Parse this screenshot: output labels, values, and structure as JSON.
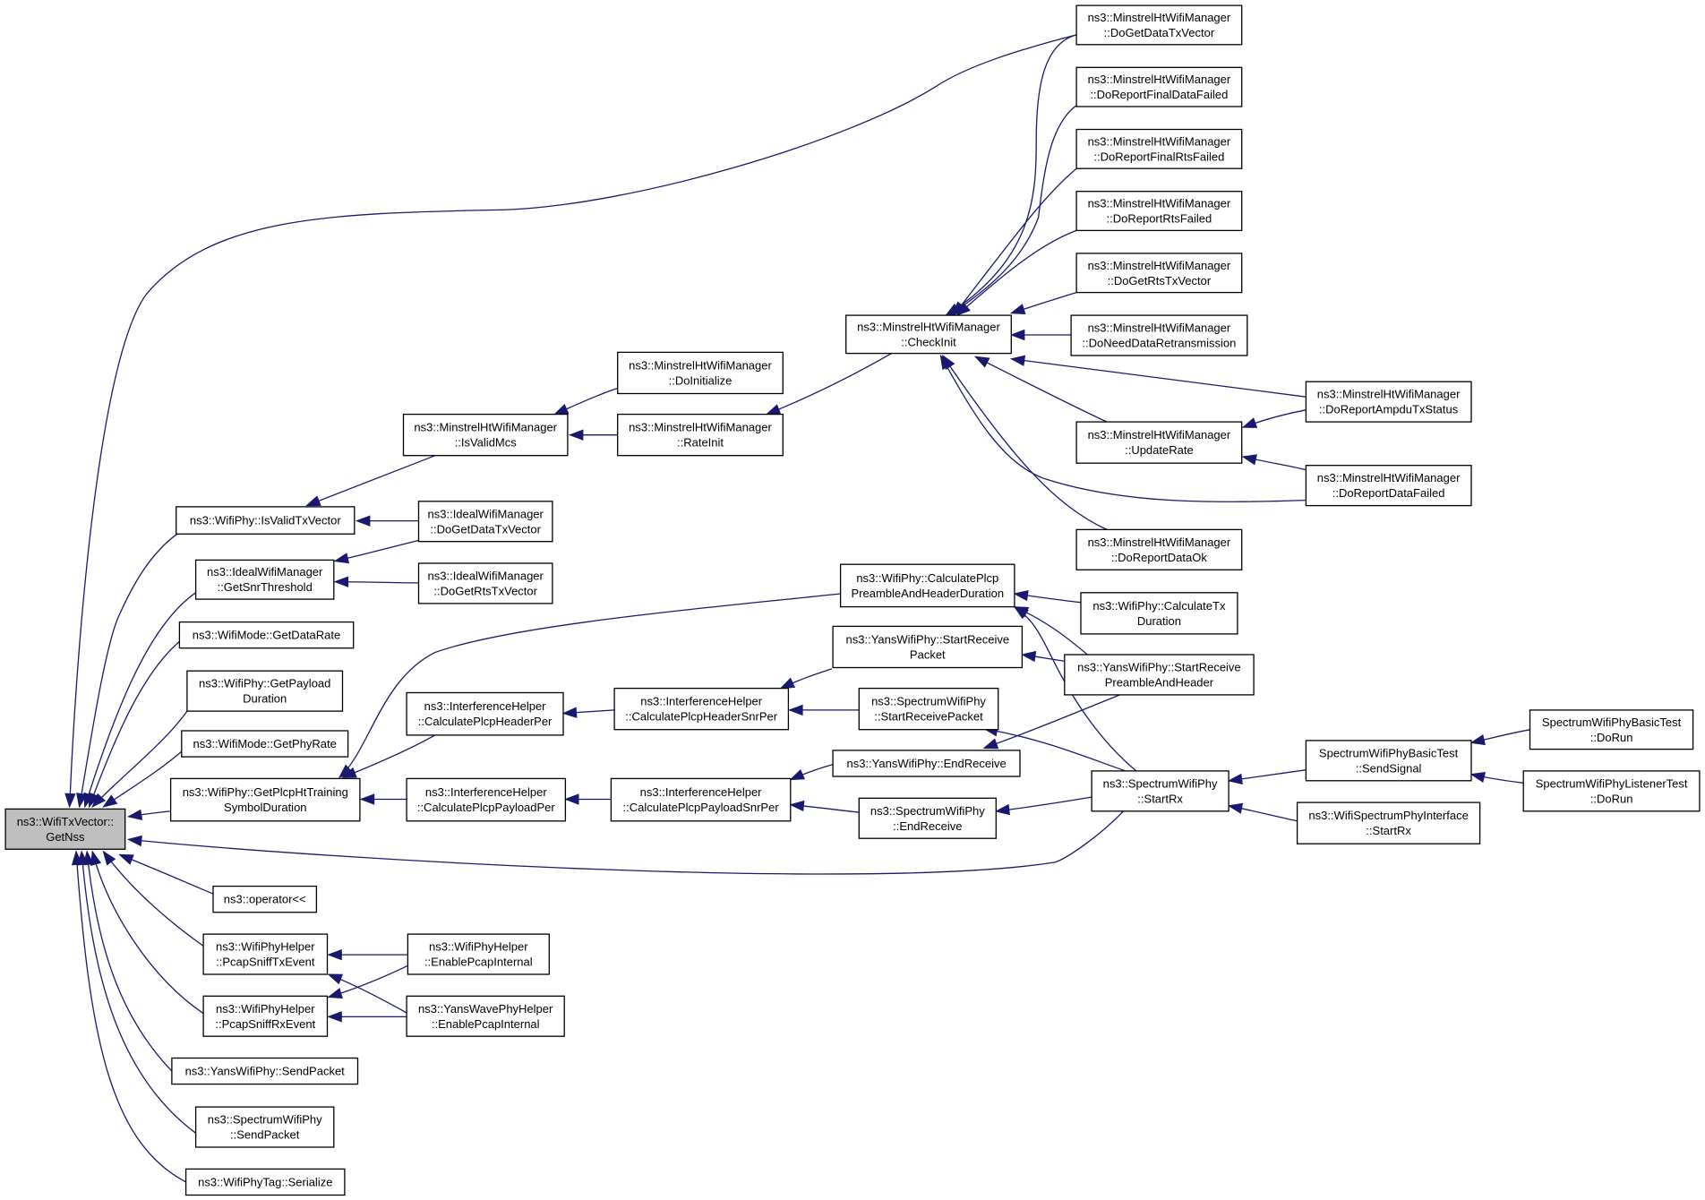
{
  "diagram": {
    "type": "doxygen-caller-graph",
    "colors": {
      "edge": "#191970",
      "root_fill": "#bfbfbf",
      "node_fill": "#ffffff",
      "node_border": "#000000"
    },
    "nodes": [
      {
        "id": "root",
        "lines": [
          "ns3::WifiTxVector::",
          "GetNss"
        ],
        "root": true
      },
      {
        "id": "isvalidtx",
        "lines": [
          "ns3::WifiPhy::IsValidTxVector"
        ]
      },
      {
        "id": "snrthresh",
        "lines": [
          "ns3::IdealWifiManager",
          "::GetSnrThreshold"
        ]
      },
      {
        "id": "getdatarate",
        "lines": [
          "ns3::WifiMode::GetDataRate"
        ]
      },
      {
        "id": "getpayload",
        "lines": [
          "ns3::WifiPhy::GetPayload",
          "Duration"
        ]
      },
      {
        "id": "getphyrate",
        "lines": [
          "ns3::WifiMode::GetPhyRate"
        ]
      },
      {
        "id": "getplcpht",
        "lines": [
          "ns3::WifiPhy::GetPlcpHtTraining",
          "SymbolDuration"
        ]
      },
      {
        "id": "operator",
        "lines": [
          "ns3::operator<<"
        ]
      },
      {
        "id": "sniffTx",
        "lines": [
          "ns3::WifiPhyHelper",
          "::PcapSniffTxEvent"
        ]
      },
      {
        "id": "sniffRx",
        "lines": [
          "ns3::WifiPhyHelper",
          "::PcapSniffRxEvent"
        ]
      },
      {
        "id": "yanssend",
        "lines": [
          "ns3::YansWifiPhy::SendPacket"
        ]
      },
      {
        "id": "specsend",
        "lines": [
          "ns3::SpectrumWifiPhy",
          "::SendPacket"
        ]
      },
      {
        "id": "serialize",
        "lines": [
          "ns3::WifiPhyTag::Serialize"
        ]
      },
      {
        "id": "isvalidmcs",
        "lines": [
          "ns3::MinstrelHtWifiManager",
          "::IsValidMcs"
        ]
      },
      {
        "id": "idealdata",
        "lines": [
          "ns3::IdealWifiManager",
          "::DoGetDataTxVector"
        ]
      },
      {
        "id": "idealrts",
        "lines": [
          "ns3::IdealWifiManager",
          "::DoGetRtsTxVector"
        ]
      },
      {
        "id": "doinit",
        "lines": [
          "ns3::MinstrelHtWifiManager",
          "::DoInitialize"
        ]
      },
      {
        "id": "rateinit",
        "lines": [
          "ns3::MinstrelHtWifiManager",
          "::RateInit"
        ]
      },
      {
        "id": "checkinit",
        "lines": [
          "ns3::MinstrelHtWifiManager",
          "::CheckInit"
        ]
      },
      {
        "id": "m_datatx",
        "lines": [
          "ns3::MinstrelHtWifiManager",
          "::DoGetDataTxVector"
        ]
      },
      {
        "id": "m_finaldata",
        "lines": [
          "ns3::MinstrelHtWifiManager",
          "::DoReportFinalDataFailed"
        ]
      },
      {
        "id": "m_finalrts",
        "lines": [
          "ns3::MinstrelHtWifiManager",
          "::DoReportFinalRtsFailed"
        ]
      },
      {
        "id": "m_rtsfailed",
        "lines": [
          "ns3::MinstrelHtWifiManager",
          "::DoReportRtsFailed"
        ]
      },
      {
        "id": "m_rtstx",
        "lines": [
          "ns3::MinstrelHtWifiManager",
          "::DoGetRtsTxVector"
        ]
      },
      {
        "id": "m_needretx",
        "lines": [
          "ns3::MinstrelHtWifiManager",
          "::DoNeedDataRetransmission"
        ]
      },
      {
        "id": "m_update",
        "lines": [
          "ns3::MinstrelHtWifiManager",
          "::UpdateRate"
        ]
      },
      {
        "id": "m_dataok",
        "lines": [
          "ns3::MinstrelHtWifiManager",
          "::DoReportDataOk"
        ]
      },
      {
        "id": "m_ampdu",
        "lines": [
          "ns3::MinstrelHtWifiManager",
          "::DoReportAmpduTxStatus"
        ]
      },
      {
        "id": "m_datafailed",
        "lines": [
          "ns3::MinstrelHtWifiManager",
          "::DoReportDataFailed"
        ]
      },
      {
        "id": "calcplcp",
        "lines": [
          "ns3::WifiPhy::CalculatePlcp",
          "PreambleAndHeaderDuration"
        ]
      },
      {
        "id": "calctx",
        "lines": [
          "ns3::WifiPhy::CalculateTx",
          "Duration"
        ]
      },
      {
        "id": "yansrxpkt",
        "lines": [
          "ns3::YansWifiPhy::StartReceive",
          "Packet"
        ]
      },
      {
        "id": "yansrxpre",
        "lines": [
          "ns3::YansWifiPhy::StartReceive",
          "PreambleAndHeader"
        ]
      },
      {
        "id": "specrxpkt",
        "lines": [
          "ns3::SpectrumWifiPhy",
          "::StartReceivePacket"
        ]
      },
      {
        "id": "yansend",
        "lines": [
          "ns3::YansWifiPhy::EndReceive"
        ]
      },
      {
        "id": "specend",
        "lines": [
          "ns3::SpectrumWifiPhy",
          "::EndReceive"
        ]
      },
      {
        "id": "specstartrx",
        "lines": [
          "ns3::SpectrumWifiPhy",
          "::StartRx"
        ]
      },
      {
        "id": "ifhdrper",
        "lines": [
          "ns3::InterferenceHelper",
          "::CalculatePlcpHeaderPer"
        ]
      },
      {
        "id": "ifhdrsnr",
        "lines": [
          "ns3::InterferenceHelper",
          "::CalculatePlcpHeaderSnrPer"
        ]
      },
      {
        "id": "ifpayper",
        "lines": [
          "ns3::InterferenceHelper",
          "::CalculatePlcpPayloadPer"
        ]
      },
      {
        "id": "ifpaysnr",
        "lines": [
          "ns3::InterferenceHelper",
          "::CalculatePlcpPayloadSnrPer"
        ]
      },
      {
        "id": "sendsignal",
        "lines": [
          "SpectrumWifiPhyBasicTest",
          "::SendSignal"
        ]
      },
      {
        "id": "basicrun",
        "lines": [
          "SpectrumWifiPhyBasicTest",
          "::DoRun"
        ]
      },
      {
        "id": "listenerrun",
        "lines": [
          "SpectrumWifiPhyListenerTest",
          "::DoRun"
        ]
      },
      {
        "id": "specif",
        "lines": [
          "ns3::WifiSpectrumPhyInterface",
          "::StartRx"
        ]
      },
      {
        "id": "pcapint",
        "lines": [
          "ns3::WifiPhyHelper",
          "::EnablePcapInternal"
        ]
      },
      {
        "id": "yanswave",
        "lines": [
          "ns3::YansWavePhyHelper",
          "::EnablePcapInternal"
        ]
      }
    ]
  }
}
